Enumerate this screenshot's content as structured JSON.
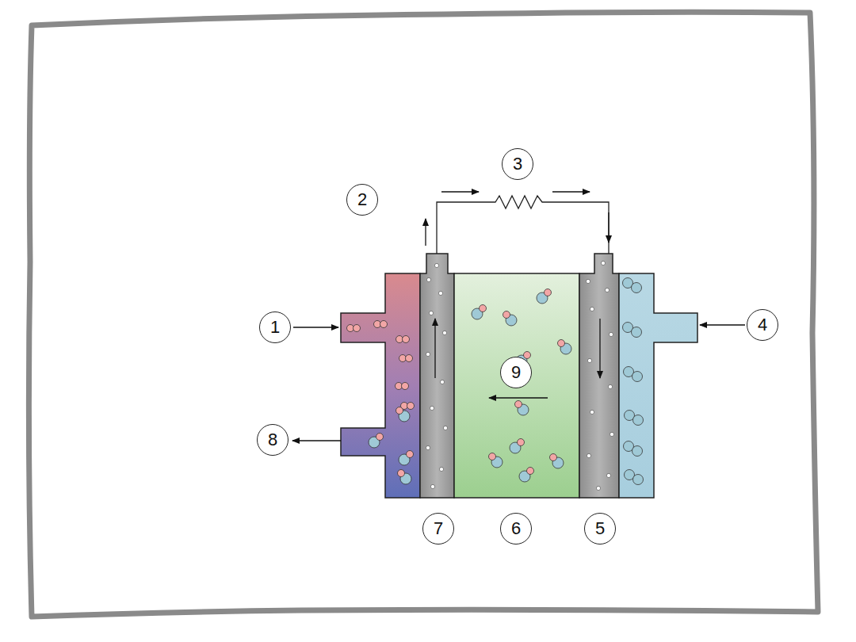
{
  "diagram": {
    "labels": [
      "3",
      "2",
      "1",
      "4",
      "9",
      "8",
      "7",
      "6",
      "5"
    ]
  }
}
